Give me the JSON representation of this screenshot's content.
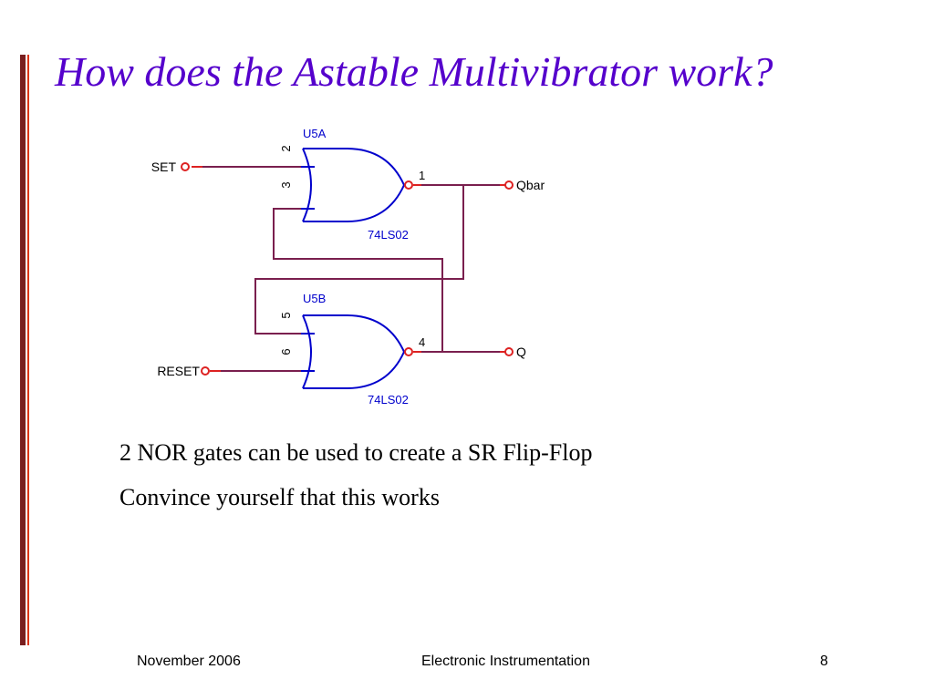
{
  "slide": {
    "title": "How does the Astable Multivibrator work?",
    "body_lines": [
      "2 NOR gates can be used to create a SR Flip-Flop",
      "Convince yourself that this works"
    ]
  },
  "diagram": {
    "gate_top": {
      "ref": "U5A",
      "part": "74LS02",
      "input_pins": [
        "2",
        "3"
      ],
      "output_pin": "1"
    },
    "gate_bottom": {
      "ref": "U5B",
      "part": "74LS02",
      "input_pins": [
        "5",
        "6"
      ],
      "output_pin": "4"
    },
    "inputs": {
      "set": "SET",
      "reset": "RESET"
    },
    "outputs": {
      "qbar": "Qbar",
      "q": "Q"
    }
  },
  "footer": {
    "date": "November 2006",
    "course": "Electronic Instrumentation",
    "page": "8"
  },
  "colors": {
    "title": "#5500cc",
    "wire": "#7a1f4e",
    "gate": "#0000cc",
    "pin_circle": "#dd2222",
    "sidebar_dark": "#7a1f1f",
    "sidebar_light": "#dd3311"
  }
}
